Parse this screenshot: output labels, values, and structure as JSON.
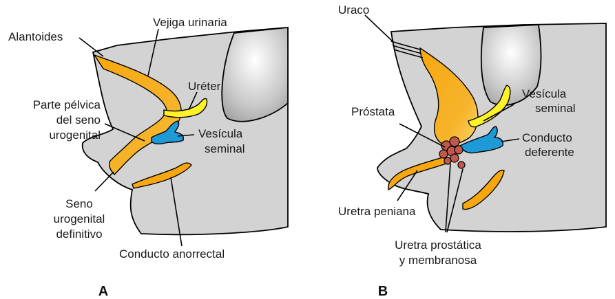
{
  "panels": {
    "a": {
      "letter": "A",
      "labels": {
        "vejiga": "Vejiga urinaria",
        "alantoides": "Alantoides",
        "ureter": "Uréter",
        "parte_1": "Parte pélvica",
        "parte_2": "del seno",
        "parte_3": "urogenital",
        "vesicula_1": "Vesícula",
        "vesicula_2": "seminal",
        "seno_1": "Seno",
        "seno_2": "urogenital",
        "seno_3": "definitivo",
        "anorrectal": "Conducto anorrectal"
      }
    },
    "b": {
      "letter": "B",
      "labels": {
        "uraco": "Uraco",
        "vesicula_1": "Vesícula",
        "vesicula_2": "seminal",
        "prostata": "Próstata",
        "conducto_1": "Conducto",
        "conducto_2": "deferente",
        "peniana": "Uretra peniana",
        "prostatica_1": "Uretra prostática",
        "prostatica_2": "y membranosa"
      }
    }
  },
  "colors": {
    "tissue": "#d3d3d3",
    "inner_tissue": "#bdbdbd",
    "orange": "#f7a70f",
    "yellow": "#fff22a",
    "blue": "#1e9ad6",
    "prostate": "#c0584c"
  }
}
